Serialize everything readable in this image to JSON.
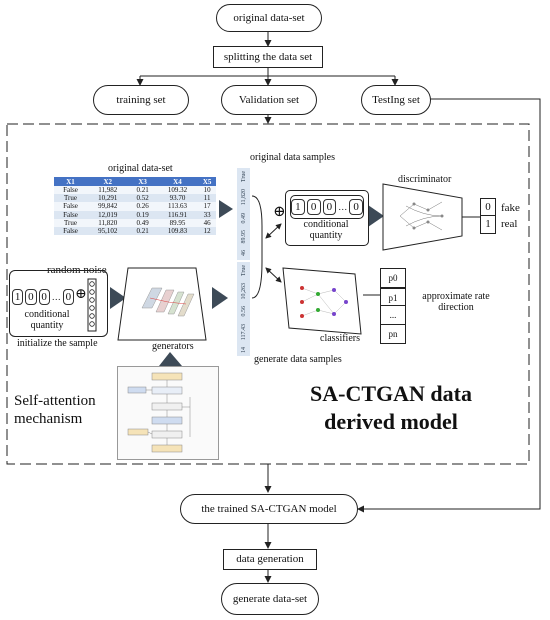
{
  "nodes": {
    "original_dataset": "original data-set",
    "splitting": "splitting the data set",
    "training_set": "training set",
    "validation_set": "Validation set",
    "testing_set": "TestIng set",
    "trained_model": "the trained SA-CTGAN model",
    "data_generation": "data generation",
    "generate_dataset": "generate data-set"
  },
  "model": {
    "table_title": "original data-set",
    "table_headers": [
      "X1",
      "X2",
      "X3",
      "X4",
      "X5"
    ],
    "table_rows": [
      [
        "False",
        "11,982",
        "0.21",
        "109.32",
        "10"
      ],
      [
        "True",
        "10,291",
        "0.52",
        "93.70",
        "11"
      ],
      [
        "False",
        "99,842",
        "0.26",
        "113.63",
        "17"
      ],
      [
        "False",
        "12,019",
        "0.19",
        "116.91",
        "33"
      ],
      [
        "True",
        "11,820",
        "0.49",
        "89.95",
        "46"
      ],
      [
        "False",
        "95,102",
        "0.21",
        "109.83",
        "12"
      ]
    ],
    "original_samples_label": "original data samples",
    "generate_samples_label": "generate data samples",
    "original_strip": [
      "True",
      "11,820",
      "0.49",
      "89.95",
      "46"
    ],
    "generated_strip": [
      "True",
      "10,263",
      "0.56",
      "117.43",
      "14"
    ],
    "discriminator_label": "discriminator",
    "conditional_quantity": "conditional quantity",
    "digits": [
      "1",
      "0",
      "0",
      "…",
      "0"
    ],
    "plus": "⊕",
    "random_noise": "random noise",
    "initialize_sample": "initialize the sample",
    "generators": "generators",
    "classifiers": "classifiers",
    "output_fake_value": "0",
    "output_fake": "fake",
    "output_real_value": "1",
    "output_real": "real",
    "class_items": [
      "p0",
      "p1",
      "...",
      "pn"
    ],
    "approx_rate": "approximate rate direction",
    "self_attention": "Self-attention mechanism",
    "sa_title_1": "SA-CTGAN data",
    "sa_title_2": "derived model"
  }
}
